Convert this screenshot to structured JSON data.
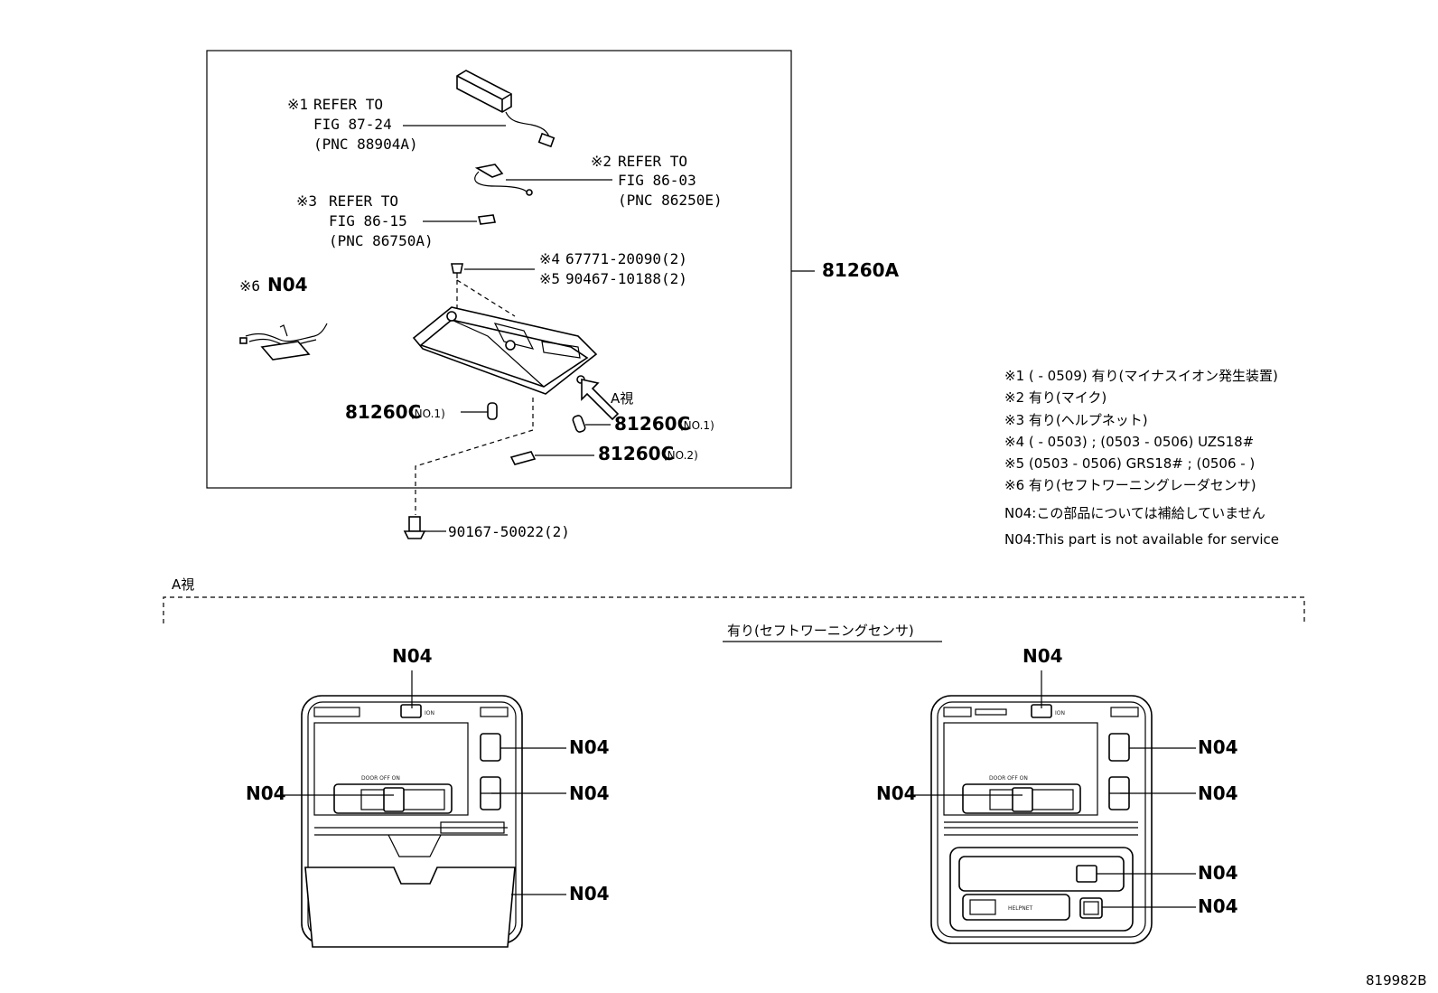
{
  "refs": {
    "r1": {
      "mark": "※1",
      "line1": "REFER TO",
      "line2": "FIG 87-24",
      "line3": "(PNC 88904A)"
    },
    "r2": {
      "mark": "※2",
      "line1": "REFER TO",
      "line2": "FIG 86-03",
      "line3": "(PNC 86250E)"
    },
    "r3": {
      "mark": "※3",
      "line1": "REFER TO",
      "line2": "FIG 86-15",
      "line3": "(PNC 86750A)"
    }
  },
  "parts": {
    "p4_mark": "※4",
    "p4_num": "67771-20090(2)",
    "p5_mark": "※5",
    "p5_num": "90467-10188(2)",
    "p6_mark": "※6",
    "p6_code": "N04",
    "assembly": "81260A",
    "bulb_a": "81260C",
    "bulb_a_sub": "(NO.1)",
    "bulb_b": "81260C",
    "bulb_b_sub": "(NO.1)",
    "bulb_c": "81260C",
    "bulb_c_sub": "(NO.2)",
    "screw": "90167-50022(2)",
    "view_arrow": "A視"
  },
  "notes": [
    "※1 (    - 0509) 有り(マイナスイオン発生装置)",
    "※2  有り(マイク)",
    "※3  有り(ヘルプネット)",
    "※4  (    - 0503) ; (0503 - 0506) UZS18#",
    "※5  (0503 - 0506) GRS18# ; (0506 -     )",
    "※6  有り(セフトワーニングレーダセンサ)",
    "N04:この部品については補給していません",
    "N04:This part is not available for service"
  ],
  "view": {
    "title": "A視",
    "variant_label": "有り(セフトワーニングセンサ)",
    "code": "N04",
    "switch_labels": "DOOR   OFF   ON",
    "ion_label": "ION",
    "helpnet_label": "HELPNET"
  },
  "diagram_id": "819982B"
}
